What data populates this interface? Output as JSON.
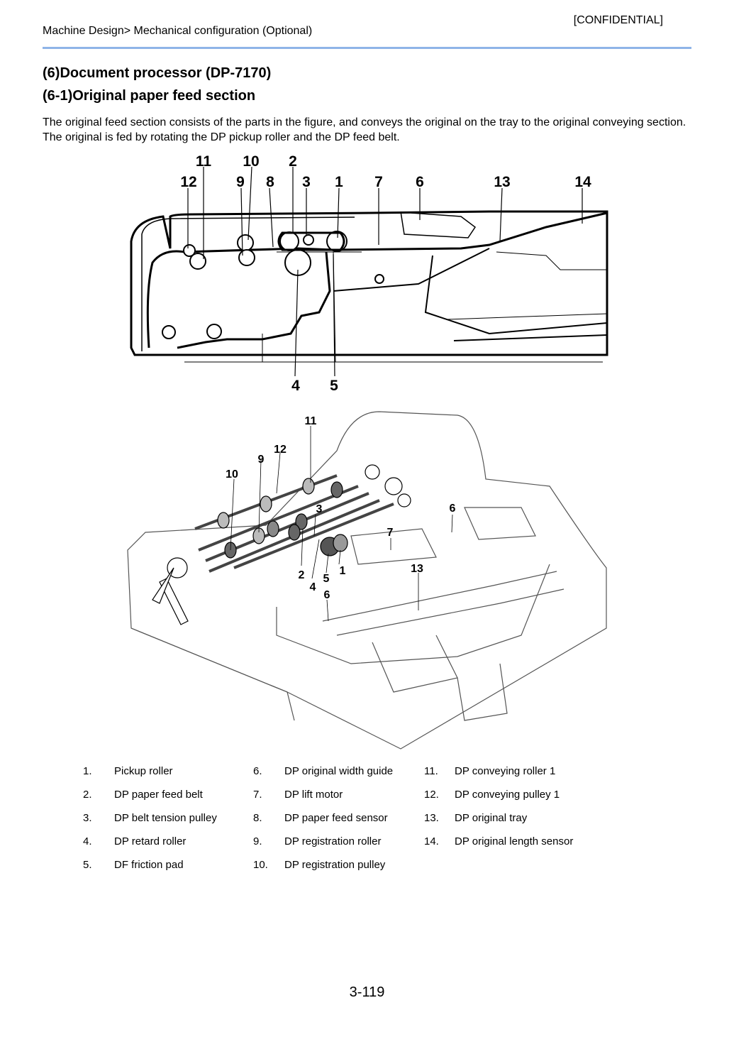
{
  "header": {
    "confidential": "[CONFIDENTIAL]",
    "breadcrumb": "Machine Design> Mechanical configuration (Optional)"
  },
  "section": {
    "title": "(6)Document processor (DP-7170)",
    "subtitle": "(6-1)Original paper feed section",
    "description": "The original feed section consists of the parts in the figure, and conveys the original on the tray to the original conveying section. The original is fed by rotating the DP pickup roller and the DP feed belt."
  },
  "figure_top": {
    "callouts": [
      "11",
      "10",
      "2",
      "12",
      "9",
      "8",
      "3",
      "1",
      "7",
      "6",
      "13",
      "14",
      "4",
      "5"
    ]
  },
  "figure_bottom": {
    "callouts": [
      "11",
      "12",
      "9",
      "10",
      "3",
      "6",
      "7",
      "13",
      "2",
      "4",
      "5",
      "1",
      "6"
    ]
  },
  "legend": [
    {
      "num": "1.",
      "label": "Pickup roller"
    },
    {
      "num": "2.",
      "label": "DP paper feed belt"
    },
    {
      "num": "3.",
      "label": "DP belt tension pulley"
    },
    {
      "num": "4.",
      "label": "DP retard roller"
    },
    {
      "num": "5.",
      "label": "DF friction pad"
    },
    {
      "num": "6.",
      "label": "DP original width guide"
    },
    {
      "num": "7.",
      "label": "DP lift motor"
    },
    {
      "num": "8.",
      "label": "DP paper feed sensor"
    },
    {
      "num": "9.",
      "label": "DP registration roller"
    },
    {
      "num": "10.",
      "label": "DP registration pulley"
    },
    {
      "num": "11.",
      "label": "DP conveying roller 1"
    },
    {
      "num": "12.",
      "label": "DP conveying pulley 1"
    },
    {
      "num": "13.",
      "label": "DP original tray"
    },
    {
      "num": "14.",
      "label": "DP original length sensor"
    }
  ],
  "footer": {
    "page_number": "3-119"
  }
}
